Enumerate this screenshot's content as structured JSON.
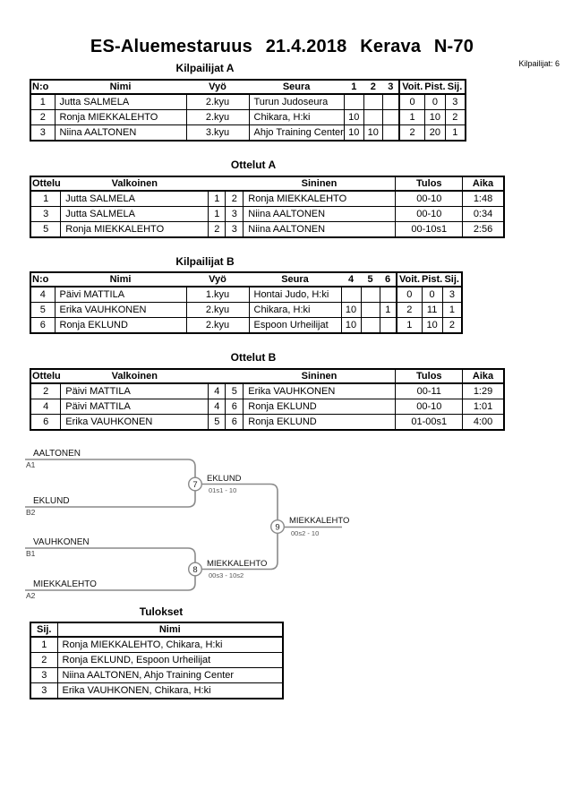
{
  "page": {
    "title": "ES-Aluemestaruus 21.4.2018 Kerava N-70",
    "competitors_note": "Kilpailijat: 6"
  },
  "colors": {
    "table_border": "#000000",
    "bracket_line": "#8a8a8a"
  },
  "sections": {
    "kilpailijat_a": {
      "title": "Kilpailijat A",
      "headers": [
        "N:o",
        "Nimi",
        "Vyö",
        "Seura",
        "1",
        "2",
        "3",
        "Voit.",
        "Pist.",
        "Sij."
      ],
      "rows": [
        [
          "1",
          "Jutta SALMELA",
          "2.kyu",
          "Turun Judoseura",
          "",
          "",
          "",
          "0",
          "0",
          "3"
        ],
        [
          "2",
          "Ronja MIEKKALEHTO",
          "2.kyu",
          "Chikara, H:ki",
          "10",
          "",
          "",
          "1",
          "10",
          "2"
        ],
        [
          "3",
          "Niina AALTONEN",
          "3.kyu",
          "Ahjo Training Center",
          "10",
          "10",
          "",
          "2",
          "20",
          "1"
        ]
      ]
    },
    "ottelut_a": {
      "title": "Ottelut A",
      "headers": [
        "Ottelu",
        "Valkoinen",
        "",
        "",
        "Sininen",
        "Tulos",
        "Aika"
      ],
      "rows": [
        [
          "1",
          "Jutta SALMELA",
          "1",
          "2",
          "Ronja MIEKKALEHTO",
          "00-10",
          "1:48"
        ],
        [
          "3",
          "Jutta SALMELA",
          "1",
          "3",
          "Niina AALTONEN",
          "00-10",
          "0:34"
        ],
        [
          "5",
          "Ronja MIEKKALEHTO",
          "2",
          "3",
          "Niina AALTONEN",
          "00-10s1",
          "2:56"
        ]
      ]
    },
    "kilpailijat_b": {
      "title": "Kilpailijat B",
      "headers": [
        "N:o",
        "Nimi",
        "Vyö",
        "Seura",
        "4",
        "5",
        "6",
        "Voit.",
        "Pist.",
        "Sij."
      ],
      "rows": [
        [
          "4",
          "Päivi MATTILA",
          "1.kyu",
          "Hontai Judo, H:ki",
          "",
          "",
          "",
          "0",
          "0",
          "3"
        ],
        [
          "5",
          "Erika VAUHKONEN",
          "2.kyu",
          "Chikara, H:ki",
          "10",
          "",
          "1",
          "2",
          "11",
          "1"
        ],
        [
          "6",
          "Ronja EKLUND",
          "2.kyu",
          "Espoon Urheilijat",
          "10",
          "",
          "",
          "1",
          "10",
          "2"
        ]
      ]
    },
    "ottelut_b": {
      "title": "Ottelut B",
      "headers": [
        "Ottelu",
        "Valkoinen",
        "",
        "",
        "Sininen",
        "Tulos",
        "Aika"
      ],
      "rows": [
        [
          "2",
          "Päivi MATTILA",
          "4",
          "5",
          "Erika VAUHKONEN",
          "00-11",
          "1:29"
        ],
        [
          "4",
          "Päivi MATTILA",
          "4",
          "6",
          "Ronja EKLUND",
          "00-10",
          "1:01"
        ],
        [
          "6",
          "Erika VAUHKONEN",
          "5",
          "6",
          "Ronja EKLUND",
          "01-00s1",
          "4:00"
        ]
      ]
    },
    "tulokset": {
      "title": "Tulokset",
      "headers": [
        "Sij.",
        "Nimi"
      ],
      "rows": [
        [
          "1",
          "Ronja MIEKKALEHTO, Chikara, H:ki"
        ],
        [
          "2",
          "Ronja EKLUND, Espoon Urheilijat"
        ],
        [
          "3",
          "Niina AALTONEN, Ahjo Training Center"
        ],
        [
          "3",
          "Erika VAUHKONEN, Chikara, H:ki"
        ]
      ]
    }
  },
  "bracket": {
    "entries": [
      {
        "tag": "A1",
        "name": "AALTONEN"
      },
      {
        "tag": "B2",
        "name": "EKLUND"
      },
      {
        "tag": "B1",
        "name": "VAUHKONEN"
      },
      {
        "tag": "A2",
        "name": "MIEKKALEHTO"
      }
    ],
    "matches": [
      {
        "number": "7",
        "winner": "EKLUND",
        "score": "01s1 - 10"
      },
      {
        "number": "8",
        "winner": "MIEKKALEHTO",
        "score": "00s3 - 10s2"
      },
      {
        "number": "9",
        "winner": "MIEKKALEHTO",
        "score": "00s2 - 10"
      }
    ]
  }
}
